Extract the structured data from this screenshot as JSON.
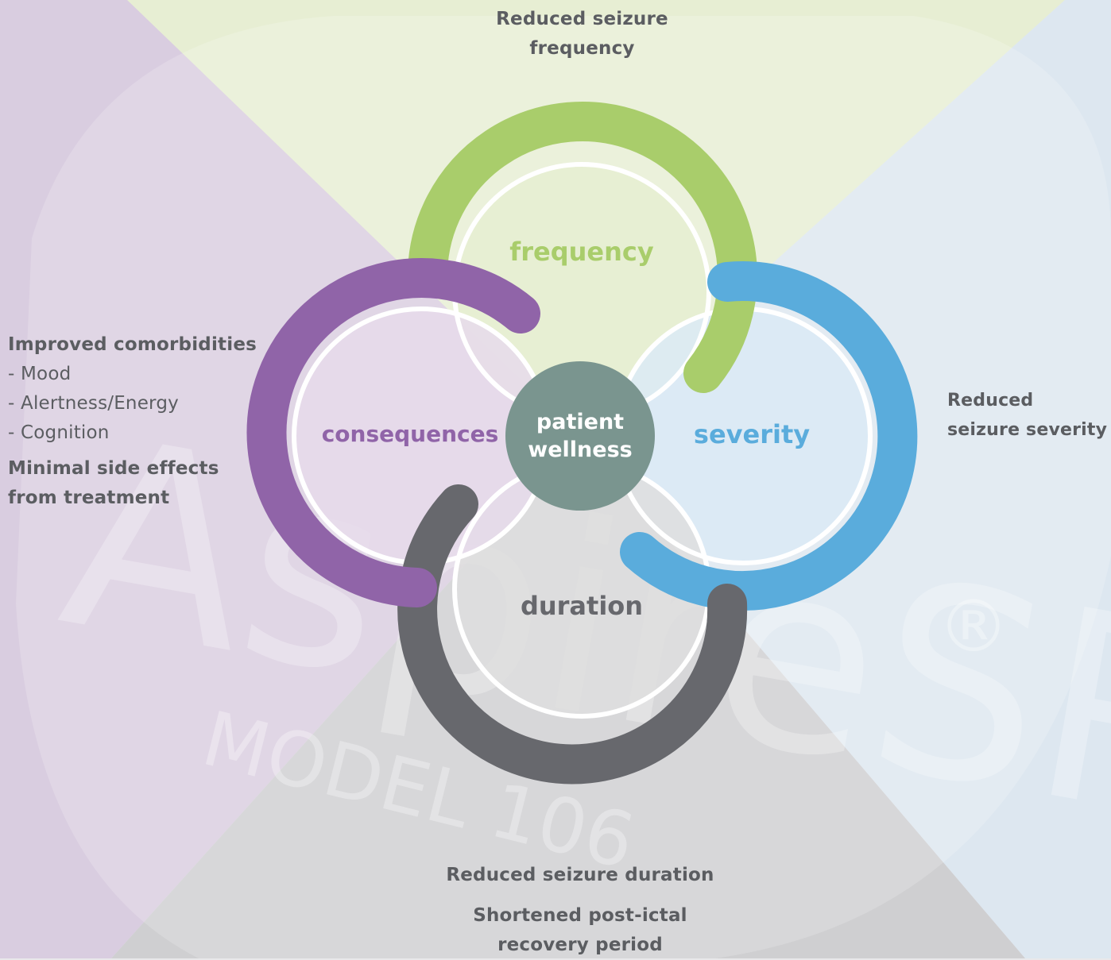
{
  "diagram": {
    "center": {
      "line1": "patient",
      "line2": "wellness"
    },
    "circles": {
      "frequency": {
        "label": "frequency",
        "color": "#a9cd6b",
        "fill": "#e6efd1"
      },
      "severity": {
        "label": "severity",
        "color": "#5aacdc",
        "fill": "#dbeaf6"
      },
      "duration": {
        "label": "duration",
        "color": "#67686d",
        "fill": "#dedede"
      },
      "consequences": {
        "label": "consequences",
        "color": "#9064a8",
        "fill": "#e6dbeb"
      }
    },
    "center_color": "#7a958f"
  },
  "captions": {
    "top": {
      "line1": "Reduced seizure",
      "line2": "frequency"
    },
    "right": {
      "line1": "Reduced",
      "line2": "seizure severity"
    },
    "bottom": {
      "line1": "Reduced seizure duration",
      "line2": "Shortened post-ictal",
      "line3": "recovery period"
    },
    "left": {
      "heading": "Improved comorbidities",
      "items": [
        "- Mood",
        "- Alertness/Energy",
        "- Cognition"
      ],
      "footer1": "Minimal side effects",
      "footer2": "from treatment"
    }
  },
  "watermark": {
    "line1": "AspireSR",
    "reg": "®",
    "line2": "MODEL 106"
  }
}
